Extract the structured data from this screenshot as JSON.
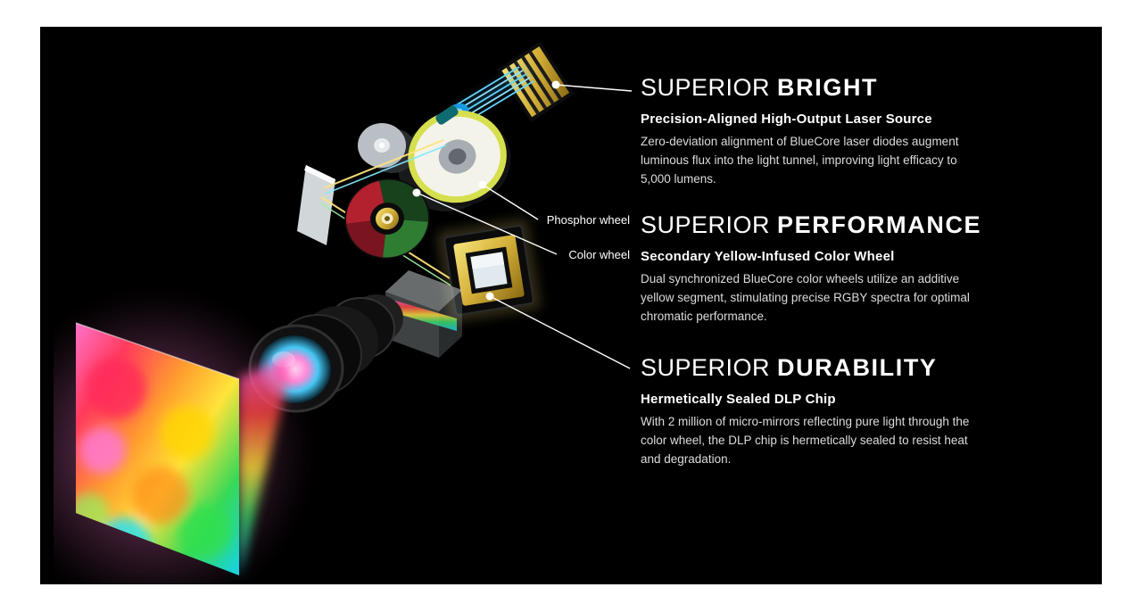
{
  "colors": {
    "panel_background": "#000000",
    "text_primary": "#ffffff",
    "text_body": "#dcdcdc"
  },
  "diagram": {
    "phosphor_label": "Phosphor wheel",
    "color_label": "Color wheel"
  },
  "sections": [
    {
      "title_light": "SUPERIOR",
      "title_bold": "BRIGHT",
      "subtitle": "Precision-Aligned High-Output Laser Source",
      "body": "Zero-deviation alignment of BlueCore laser diodes augment luminous flux into the light tunnel, improving light efficacy to 5,000 lumens."
    },
    {
      "title_light": "SUPERIOR",
      "title_bold": "PERFORMANCE",
      "subtitle": "Secondary Yellow-Infused Color Wheel",
      "body": "Dual synchronized BlueCore color wheels utilize an additive yellow segment, stimulating precise RGBY spectra for optimal chromatic performance."
    },
    {
      "title_light": "SUPERIOR",
      "title_bold": "DURABILITY",
      "subtitle": "Hermetically Sealed DLP Chip",
      "body": "With 2 million of micro-mirrors reflecting pure light through the color wheel, the DLP chip is hermetically sealed to resist heat and degradation."
    }
  ]
}
